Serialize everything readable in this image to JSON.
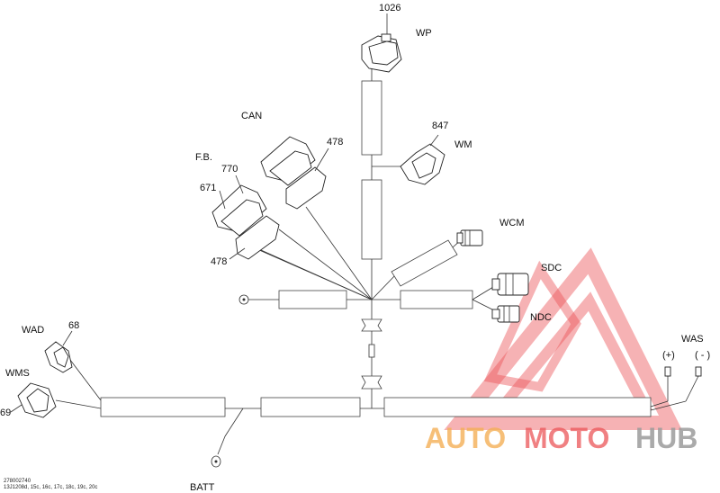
{
  "labels": {
    "wp": "WP",
    "wp_num": "1026",
    "can": "CAN",
    "fb": "F.B.",
    "n770": "770",
    "n671": "671",
    "n478_top": "478",
    "n478_bottom": "478",
    "wm": "WM",
    "wm_num": "847",
    "wcm": "WCM",
    "sdc": "SDC",
    "ndc": "NDC",
    "wad": "WAD",
    "wad_num": "68",
    "wms": "WMS",
    "wms_num": "69",
    "was": "WAS",
    "plus": "(+)",
    "minus": "( - )",
    "batt": "BATT"
  },
  "footer": {
    "part_number": "278002740",
    "models": "13J1208d, 15c, 16c, 17c, 18c, 19c, 20c"
  },
  "watermark": {
    "auto": "AUTO",
    "moto": "MOTO",
    "hub": "HUB"
  },
  "colors": {
    "watermark_red": "#e8383b",
    "watermark_orange": "#f3a23a",
    "watermark_gray": "#8a8a8a"
  }
}
